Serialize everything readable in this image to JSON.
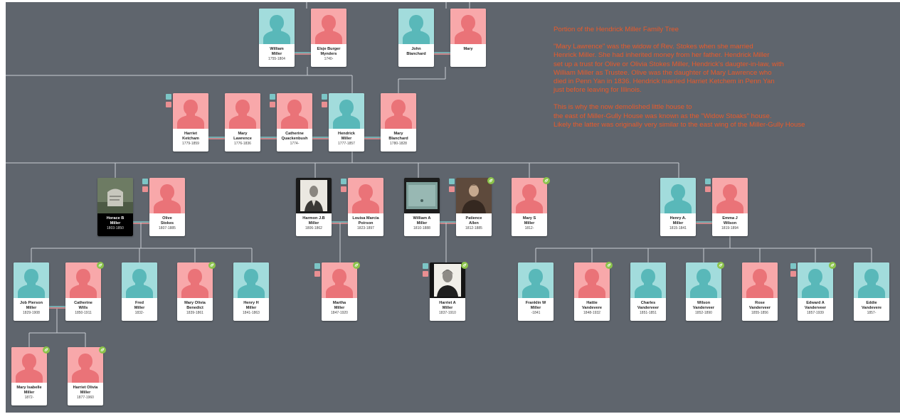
{
  "colors": {
    "background": "#5f656d",
    "male_card": "#a2dcdc",
    "female_card": "#f8a8aa",
    "note_text": "#ea5a2a",
    "connector": "#c9cdd2"
  },
  "people": [
    {
      "id": "william_miller",
      "name": [
        "William",
        "Miller"
      ],
      "dates": "1755-1804",
      "gender": "m"
    },
    {
      "id": "elsje_mynders",
      "name": [
        "Elsje Burger",
        "Mynders"
      ],
      "dates": "1740-",
      "gender": "f"
    },
    {
      "id": "john_blanchard",
      "name": [
        "John",
        "Blanchard"
      ],
      "dates": "",
      "gender": "m"
    },
    {
      "id": "mary",
      "name": [
        "Mary"
      ],
      "dates": "",
      "gender": "f"
    },
    {
      "id": "harriet_ketcham",
      "name": [
        "Harriet",
        "Ketcham"
      ],
      "dates": "1779-1859",
      "gender": "f"
    },
    {
      "id": "mary_lawrence",
      "name": [
        "Mary",
        "Lawrence"
      ],
      "dates": "1776-1836",
      "gender": "f"
    },
    {
      "id": "catherine_quackenbush",
      "name": [
        "Catherine",
        "Quackenbush"
      ],
      "dates": "1774-",
      "gender": "f"
    },
    {
      "id": "hendrick_miller",
      "name": [
        "Hendrick",
        "Miller"
      ],
      "dates": "1777-1857",
      "gender": "m"
    },
    {
      "id": "mary_blanchard",
      "name": [
        "Mary",
        "Blanchard"
      ],
      "dates": "1780-1828",
      "gender": "f"
    },
    {
      "id": "horace_miller",
      "name": [
        "Horace B",
        "Miller"
      ],
      "dates": "1803-1850",
      "gender": "m",
      "photo": "headstone",
      "dark": true
    },
    {
      "id": "olive_stokes",
      "name": [
        "Olive",
        "Stokes"
      ],
      "dates": "1807-1885",
      "gender": "f"
    },
    {
      "id": "harmon_miller",
      "name": [
        "Harmon J.B",
        "Miller"
      ],
      "dates": "1806-1862",
      "gender": "m",
      "photo": "portrait-man"
    },
    {
      "id": "louisa_poirson",
      "name": [
        "Louisa Marcia",
        "Poirson"
      ],
      "dates": "1823-1897",
      "gender": "f"
    },
    {
      "id": "william_a_miller",
      "name": [
        "William A",
        "Miller"
      ],
      "dates": "1810-1888",
      "gender": "m",
      "photo": "document"
    },
    {
      "id": "patience_allen",
      "name": [
        "Patience",
        "Allen"
      ],
      "dates": "1812-1885",
      "gender": "f",
      "photo": "portrait-woman"
    },
    {
      "id": "mary_s_miller",
      "name": [
        "Mary S",
        "Miller"
      ],
      "dates": "1812-",
      "gender": "f"
    },
    {
      "id": "henry_wilson",
      "name": [
        "Henry A.",
        "Miller"
      ],
      "dates": "1815-1841",
      "gender": "m"
    },
    {
      "id": "emma_wilson",
      "name": [
        "Emma J",
        "Wilson"
      ],
      "dates": "1819-1894",
      "gender": "f"
    },
    {
      "id": "job_miller",
      "name": [
        "Job Pierson",
        "Miller"
      ],
      "dates": "1829-1908",
      "gender": "m"
    },
    {
      "id": "catherine_wills",
      "name": [
        "Catherine",
        "Wills"
      ],
      "dates": "1850-1911",
      "gender": "f"
    },
    {
      "id": "fred_miller",
      "name": [
        "Fred",
        "Miller"
      ],
      "dates": "1832-",
      "gender": "m"
    },
    {
      "id": "mary_olivia_benedict",
      "name": [
        "Mary Olivia",
        "Benedict"
      ],
      "dates": "1839-1861",
      "gender": "f"
    },
    {
      "id": "henry_h_miller",
      "name": [
        "Henry H",
        "Miller"
      ],
      "dates": "1841-1863",
      "gender": "m"
    },
    {
      "id": "martha_miller",
      "name": [
        "Martha",
        "Miller"
      ],
      "dates": "1847-1920",
      "gender": "f"
    },
    {
      "id": "harriet_a_miller",
      "name": [
        "Harriet A",
        "Miller"
      ],
      "dates": "1837-1910",
      "gender": "f",
      "photo": "portrait-woman2"
    },
    {
      "id": "franklin_miller",
      "name": [
        "Franklin W",
        "Miller"
      ],
      "dates": "-1841",
      "gender": "m"
    },
    {
      "id": "hattie_vandevere",
      "name": [
        "Hattie",
        "Vandevere"
      ],
      "dates": "1848-1932",
      "gender": "f"
    },
    {
      "id": "charles_vanderveer",
      "name": [
        "Charles",
        "Vanderveer"
      ],
      "dates": "1851-1851",
      "gender": "m"
    },
    {
      "id": "wilson_vanderveer",
      "name": [
        "Wilson",
        "Vanderveer"
      ],
      "dates": "1852-1890",
      "gender": "m"
    },
    {
      "id": "rose_vanderveer",
      "name": [
        "Rose",
        "Vanderveer"
      ],
      "dates": "1855-1856",
      "gender": "f"
    },
    {
      "id": "edward_vanderveer",
      "name": [
        "Edward A",
        "Vanderveer"
      ],
      "dates": "1857-1939",
      "gender": "m"
    },
    {
      "id": "eddie_vandevere",
      "name": [
        "Eddie",
        "Vandevere"
      ],
      "dates": "1857-",
      "gender": "m"
    },
    {
      "id": "mary_isabelle_miller",
      "name": [
        "Mary Isabelle",
        "Miller"
      ],
      "dates": "1872-",
      "gender": "f"
    },
    {
      "id": "harriet_olivia_miller",
      "name": [
        "Harriet Olivia",
        "Miller"
      ],
      "dates": "1877-1960",
      "gender": "f"
    }
  ],
  "notes": {
    "title": "Portion of the Hendrick Miller Family Tree",
    "paragraph1": [
      "\"Mary Lawrence\" was the widow of Rev. Stokes when she married",
      "Henrick Miller. She had inherited money from her father. Hendrick Miller",
      "set up a trust for Olive or Olivia Stokes Miller, Hendrick's daugter-in-law, with",
      "William Miller as Trustee. Olive was the daughter of Mary Lawrence who",
      "died in Penn Yan in 1836. Hendrick married Harriet Ketchem in Penn Yan",
      "just before leaving for Illinois."
    ],
    "paragraph2": [
      "This is why the now demolished little house to",
      " the east of Miller-Gully House was known as the \"Widow Stoaks\" house.",
      "Likely the latter was originally very similar to the east wing of the Miller-Gully House"
    ]
  }
}
